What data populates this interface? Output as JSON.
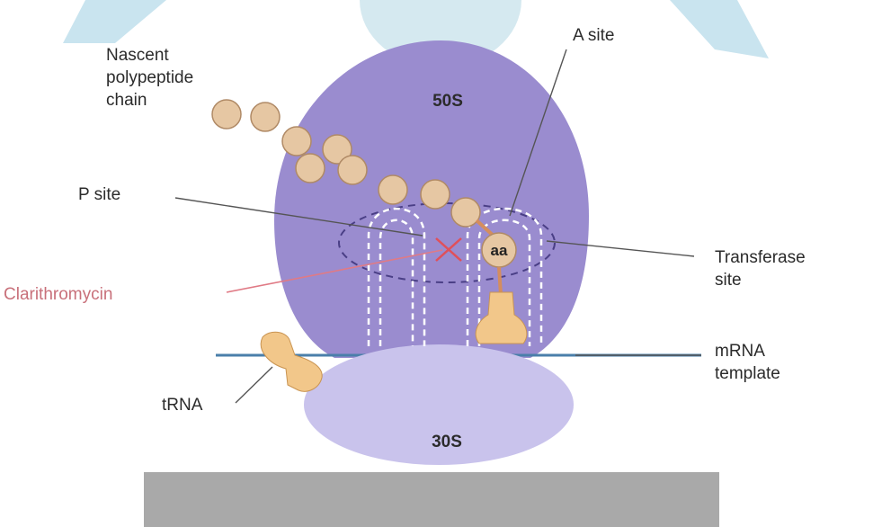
{
  "diagram": {
    "labels": {
      "nascent_1": "Nascent",
      "nascent_2": "polypeptide",
      "nascent_3": "chain",
      "a_site": "A site",
      "subunit_50s": "50S",
      "subunit_30s": "30S",
      "p_site": "P site",
      "aa": "aa",
      "transferase_1": "Transferase",
      "transferase_2": "site",
      "clarithromycin": "Clarithromycin",
      "mrna_1": "mRNA",
      "mrna_2": "template",
      "trna": "tRNA"
    },
    "colors": {
      "large_subunit": "#9a8ccf",
      "small_subunit": "#c9c3ec",
      "peptide_bead": "#e6c7a3",
      "trna": "#f2c78a",
      "mrna_line": "#4a7faa",
      "inhibitor_mark": "#e0505a",
      "watermark": "#c9e4ef"
    },
    "icons": {
      "inhibitor": "x-mark-icon"
    }
  }
}
